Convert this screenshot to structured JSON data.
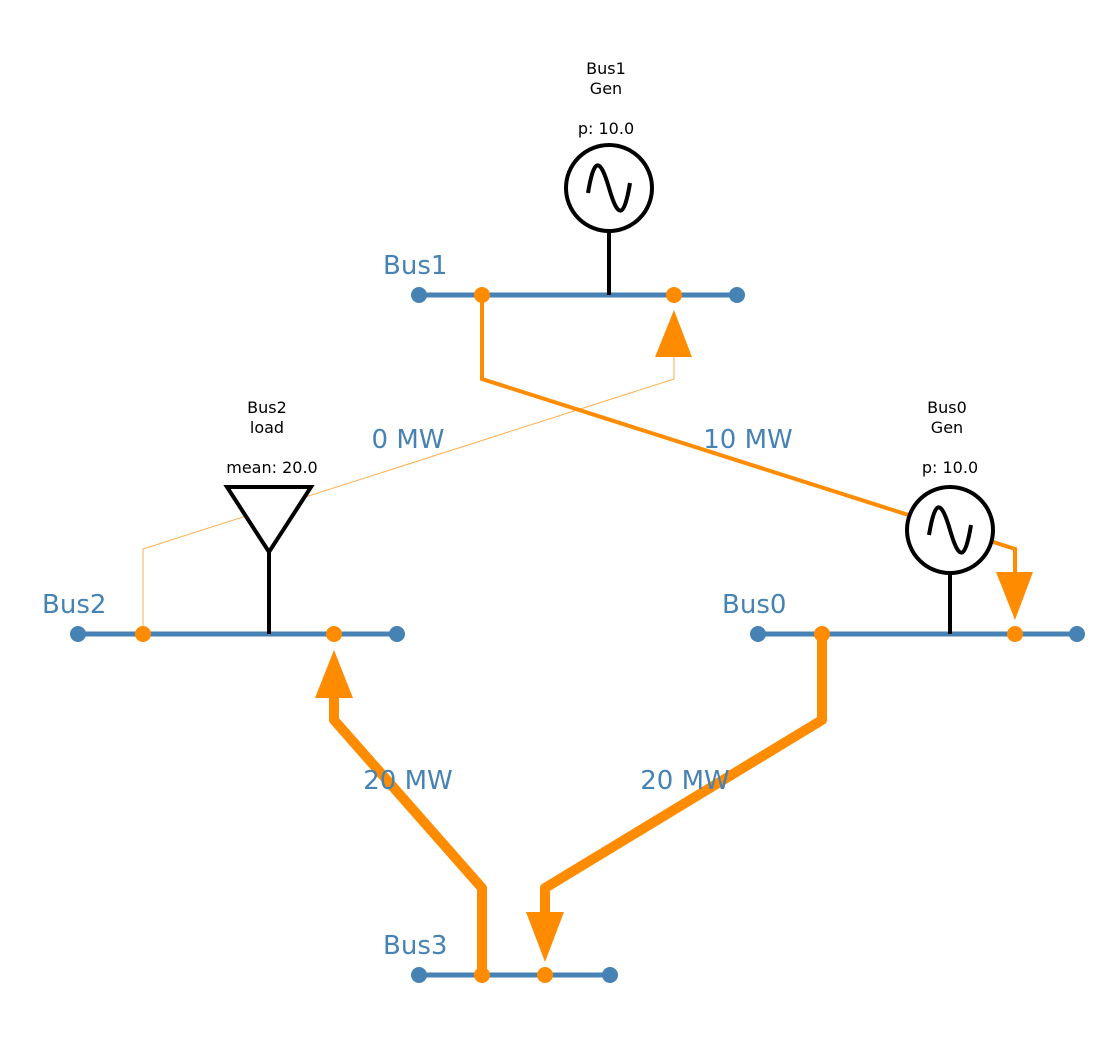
{
  "colors": {
    "bus": "#4682b4",
    "line": "#ff8c00",
    "component": "#000000"
  },
  "buses": [
    {
      "id": "bus0",
      "label": "Bus0"
    },
    {
      "id": "bus1",
      "label": "Bus1"
    },
    {
      "id": "bus2",
      "label": "Bus2"
    },
    {
      "id": "bus3",
      "label": "Bus3"
    }
  ],
  "components": [
    {
      "id": "bus1-gen",
      "type": "generator",
      "bus": "Bus1",
      "name": "Bus1",
      "kind": "Gen",
      "value": "p: 10.0",
      "icon": "generator-icon"
    },
    {
      "id": "bus0-gen",
      "type": "generator",
      "bus": "Bus0",
      "name": "Bus0",
      "kind": "Gen",
      "value": "p: 10.0",
      "icon": "generator-icon"
    },
    {
      "id": "bus2-load",
      "type": "load",
      "bus": "Bus2",
      "name": "Bus2",
      "kind": "load",
      "value": "mean: 20.0",
      "icon": "load-icon"
    }
  ],
  "flows": [
    {
      "id": "bus2-bus1",
      "from": "Bus2",
      "to": "Bus1",
      "label": "0 MW",
      "mw": 0
    },
    {
      "id": "bus1-bus0",
      "from": "Bus1",
      "to": "Bus0",
      "label": "10 MW",
      "mw": 10
    },
    {
      "id": "bus3-bus2",
      "from": "Bus3",
      "to": "Bus2",
      "label": "20 MW",
      "mw": 20
    },
    {
      "id": "bus0-bus3",
      "from": "Bus0",
      "to": "Bus3",
      "label": "20 MW",
      "mw": 20
    }
  ]
}
